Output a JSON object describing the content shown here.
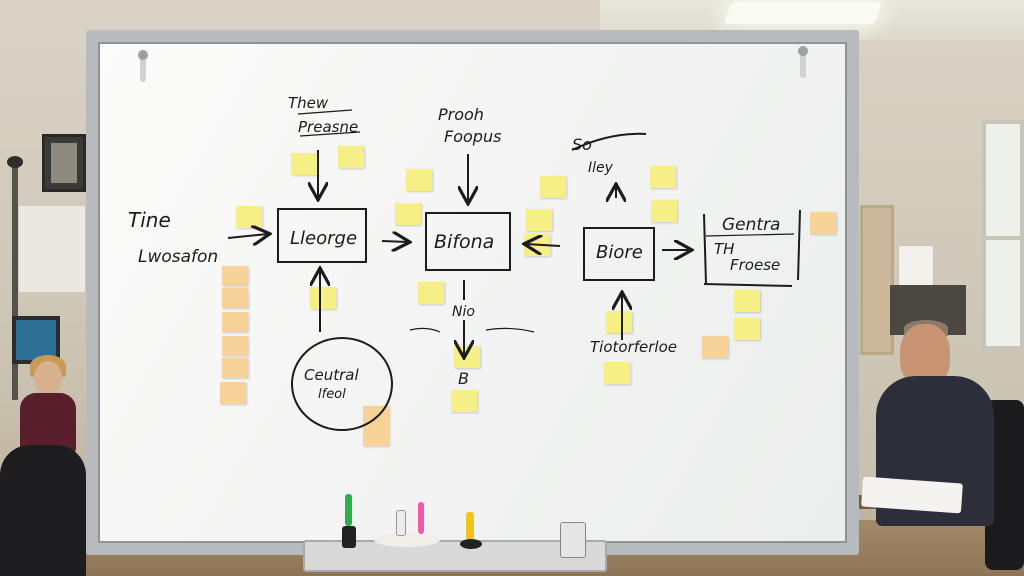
{
  "board": {
    "left_label": [
      "Tine",
      "Lwosafon"
    ],
    "top_label_1": [
      "Thew",
      "Preasne"
    ],
    "top_label_2": [
      "Prooh",
      "Foopus"
    ],
    "top_label_3": [
      "So",
      "Iley"
    ],
    "box_1": "Lleorge",
    "box_2": "Bifona",
    "box_3": "Biore",
    "box_4": [
      "Gentra",
      "TH",
      "Froese"
    ],
    "mid_label": "Nio",
    "mid_symbol": "B",
    "bottom_right_label": "Tiotorferloe",
    "circle_label": [
      "Ceutral",
      "lfeol"
    ]
  },
  "colors": {
    "note_yellow": "#f6ef86",
    "note_orange": "#f7d39a",
    "ink": "#1c1c1c",
    "marker_green": "#2fae4f",
    "marker_pink": "#ef5aa8",
    "marker_yellow": "#f2c31a"
  }
}
